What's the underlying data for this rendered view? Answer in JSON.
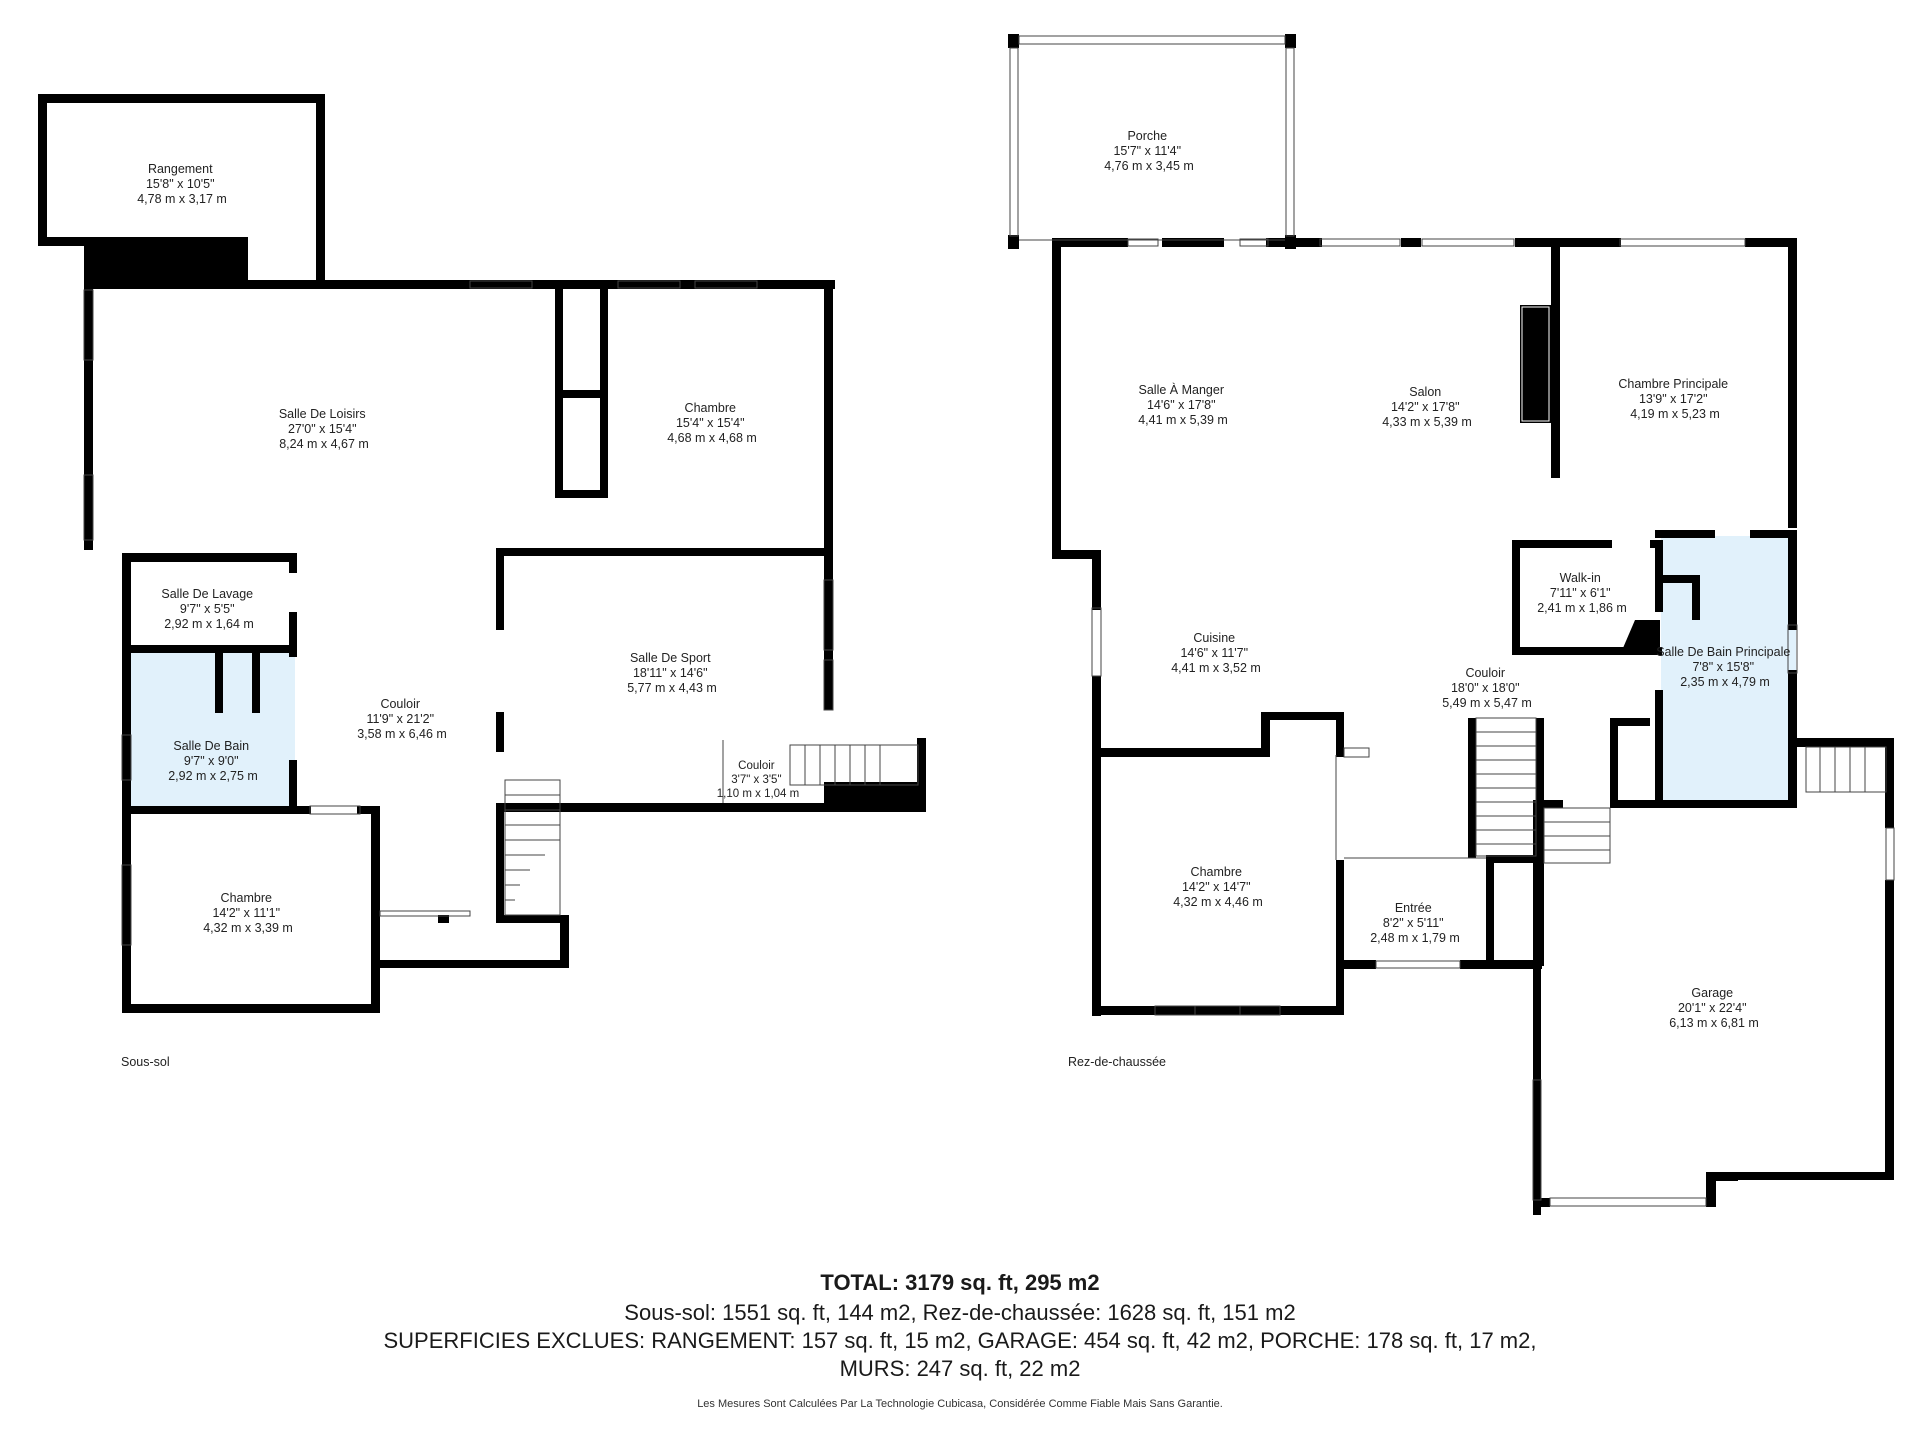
{
  "rooms": {
    "rangement": {
      "name": "Rangement",
      "imp": "15'8\" x 10'5\"",
      "met": "4,78 m x 3,17 m"
    },
    "loisirs": {
      "name": "Salle De Loisirs",
      "imp": "27'0\" x 15'4\"",
      "met": "8,24 m x 4,67 m"
    },
    "chambre_ss1": {
      "name": "Chambre",
      "imp": "15'4\" x 15'4\"",
      "met": "4,68 m x 4,68 m"
    },
    "lavage": {
      "name": "Salle De Lavage",
      "imp": "9'7\" x 5'5\"",
      "met": "2,92 m x 1,64 m"
    },
    "bain_ss": {
      "name": "Salle De Bain",
      "imp": "9'7\" x 9'0\"",
      "met": "2,92 m x 2,75 m"
    },
    "couloir_ss": {
      "name": "Couloir",
      "imp": "11'9\" x 21'2\"",
      "met": "3,58 m x 6,46 m"
    },
    "sport": {
      "name": "Salle De Sport",
      "imp": "18'11\" x 14'6\"",
      "met": "5,77 m x 4,43 m"
    },
    "couloir_ss2": {
      "name": "Couloir",
      "imp": "3'7\" x 3'5\"",
      "met": "1,10 m x 1,04 m"
    },
    "chambre_ss2": {
      "name": "Chambre",
      "imp": "14'2\" x 11'1\"",
      "met": "4,32 m x 3,39 m"
    },
    "porche": {
      "name": "Porche",
      "imp": "15'7\" x 11'4\"",
      "met": "4,76 m x 3,45 m"
    },
    "manger": {
      "name": "Salle À Manger",
      "imp": "14'6\" x 17'8\"",
      "met": "4,41 m x 5,39 m"
    },
    "salon": {
      "name": "Salon",
      "imp": "14'2\" x 17'8\"",
      "met": "4,33 m x 5,39 m"
    },
    "principale": {
      "name": "Chambre Principale",
      "imp": "13'9\" x 17'2\"",
      "met": "4,19 m x 5,23 m"
    },
    "walkin": {
      "name": "Walk-in",
      "imp": "7'11\" x 6'1\"",
      "met": "2,41 m x 1,86 m"
    },
    "cuisine": {
      "name": "Cuisine",
      "imp": "14'6\" x 11'7\"",
      "met": "4,41 m x 3,52 m"
    },
    "couloir_rdc": {
      "name": "Couloir",
      "imp": "18'0\" x 18'0\"",
      "met": "5,49 m x 5,47 m"
    },
    "bain_principale": {
      "name": "Salle De Bain Principale",
      "imp": "7'8\" x 15'8\"",
      "met": "2,35 m x 4,79 m"
    },
    "chambre_rdc": {
      "name": "Chambre",
      "imp": "14'2\" x 14'7\"",
      "met": "4,32 m x 4,46 m"
    },
    "entree": {
      "name": "Entrée",
      "imp": "8'2\" x 5'11\"",
      "met": "2,48 m x 1,79 m"
    },
    "garage": {
      "name": "Garage",
      "imp": "20'1\" x 22'4\"",
      "met": "6,13 m x 6,81 m"
    }
  },
  "floors": {
    "basement": "Sous-sol",
    "ground": "Rez-de-chaussée"
  },
  "summary": {
    "total": "TOTAL: 3179 sq. ft, 295 m2",
    "line1": "Sous-sol: 1551 sq. ft, 144 m2, Rez-de-chaussée: 1628 sq. ft, 151 m2",
    "line2": "SUPERFICIES EXCLUES: RANGEMENT: 157 sq. ft, 15 m2, GARAGE: 454 sq. ft, 42 m2, PORCHE: 178 sq. ft, 17 m2,",
    "line3": "MURS: 247 sq. ft, 22 m2",
    "disclaimer": "Les Mesures Sont Calculées Par La Technologie Cubicasa, Considérée Comme Fiable Mais Sans Garantie."
  },
  "colors": {
    "wall": "#000000",
    "bathroom_fill": "#e1f1fb",
    "window": "#ffffff"
  }
}
